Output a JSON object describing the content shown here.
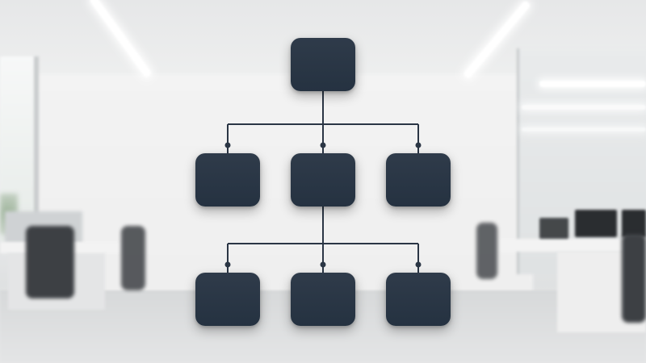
{
  "diagram": {
    "type": "org-chart",
    "nodes": [
      {
        "id": "root",
        "label": ""
      },
      {
        "id": "l2-a",
        "label": ""
      },
      {
        "id": "l2-b",
        "label": ""
      },
      {
        "id": "l2-c",
        "label": ""
      },
      {
        "id": "l3-a",
        "label": ""
      },
      {
        "id": "l3-b",
        "label": ""
      },
      {
        "id": "l3-c",
        "label": ""
      }
    ],
    "edges": [
      [
        "root",
        "l2-a"
      ],
      [
        "root",
        "l2-b"
      ],
      [
        "root",
        "l2-c"
      ],
      [
        "l2-b",
        "l3-a"
      ],
      [
        "l2-b",
        "l3-b"
      ],
      [
        "l2-b",
        "l3-c"
      ]
    ],
    "colors": {
      "node_fill": "#2b3645",
      "connector": "#2b3645",
      "background_wall": "#efefef"
    }
  },
  "background": {
    "scene": "blurred-office-interior"
  }
}
